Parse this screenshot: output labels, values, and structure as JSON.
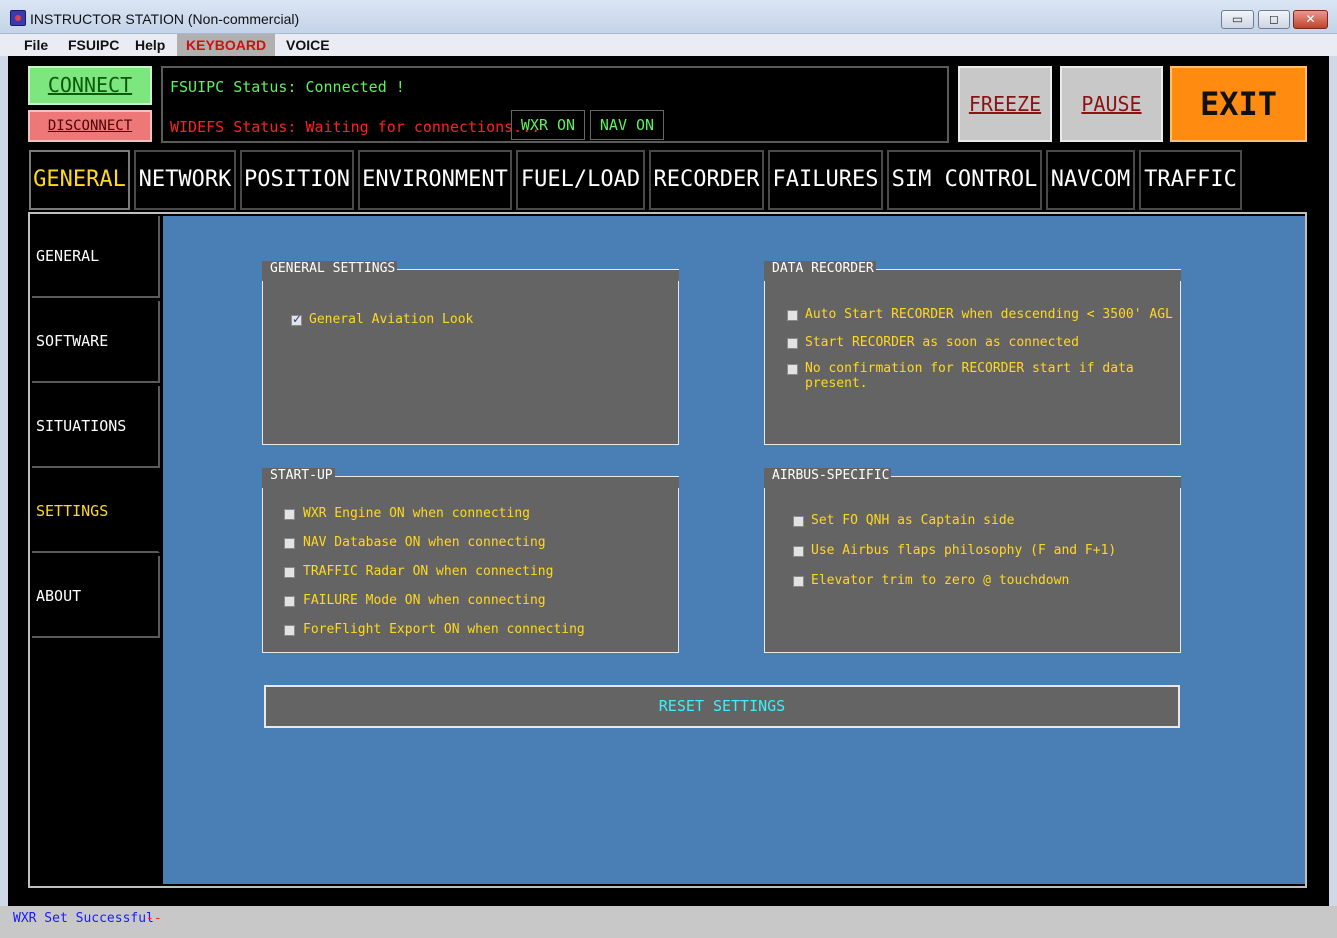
{
  "window": {
    "title": "INSTRUCTOR STATION (Non-commercial)",
    "controls": {
      "minimize": "▭",
      "maximize": "◻",
      "close": "✕"
    }
  },
  "menu": [
    "File",
    "FSUIPC",
    "Help",
    "KEYBOARD",
    "VOICE"
  ],
  "top": {
    "connect_label": "CONNECT",
    "disconnect_label": "DISCONNECT",
    "fsuipc_status": "FSUIPC Status: Connected !",
    "widefs_status": "WIDEFS Status: Waiting for connections...",
    "wxr_chip": "WXR ON",
    "nav_chip": "NAV ON",
    "freeze_label": "FREEZE",
    "pause_label": "PAUSE",
    "exit_label": "EXIT"
  },
  "tabs": [
    "GENERAL",
    "NETWORK",
    "POSITION",
    "ENVIRONMENT",
    "FUEL/LOAD",
    "RECORDER",
    "FAILURES",
    "SIM CONTROL",
    "NAVCOM",
    "TRAFFIC"
  ],
  "active_tab": "GENERAL",
  "sidebar": [
    "GENERAL",
    "SOFTWARE",
    "SITUATIONS",
    "SETTINGS",
    "ABOUT"
  ],
  "active_sidebar": "SETTINGS",
  "groups": {
    "general_settings": {
      "title": "GENERAL SETTINGS",
      "options": [
        {
          "label": "General Aviation Look",
          "checked": true
        }
      ]
    },
    "data_recorder": {
      "title": "DATA RECORDER",
      "options": [
        {
          "label": "Auto Start RECORDER when descending < 3500' AGL",
          "checked": false
        },
        {
          "label": "Start RECORDER as soon as connected",
          "checked": false
        },
        {
          "label": "No confirmation for RECORDER start if data present.",
          "checked": false
        }
      ]
    },
    "startup": {
      "title": "START-UP",
      "options": [
        {
          "label": "WXR Engine ON when connecting",
          "checked": false
        },
        {
          "label": "NAV Database ON when connecting",
          "checked": false
        },
        {
          "label": "TRAFFIC Radar ON when connecting",
          "checked": false
        },
        {
          "label": "FAILURE Mode ON when connecting",
          "checked": false
        },
        {
          "label": "ForeFlight Export ON when connecting",
          "checked": false
        }
      ]
    },
    "airbus": {
      "title": "AIRBUS-SPECIFIC",
      "options": [
        {
          "label": "Set FO QNH as Captain side",
          "checked": false
        },
        {
          "label": "Use Airbus flaps philosophy (F and F+1)",
          "checked": false
        },
        {
          "label": "Elevator trim to zero @ touchdown",
          "checked": false
        }
      ]
    }
  },
  "reset_label": "RESET SETTINGS",
  "statusbar": {
    "text": "WXR Set Successful",
    "suffix": "--"
  },
  "colors": {
    "panel_blue": "#4a7fb5",
    "accent_yellow": "#ffd820",
    "status_green": "#5cf25c",
    "status_red": "#ff2020",
    "exit_orange": "#ff8c10"
  }
}
